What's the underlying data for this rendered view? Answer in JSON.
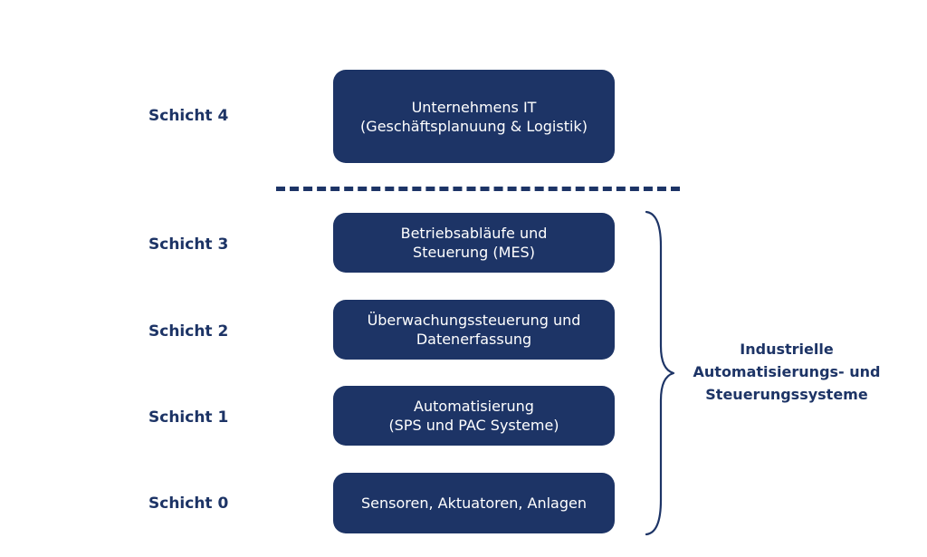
{
  "colors": {
    "primary": "#1d3466",
    "text_on_primary": "#ffffff",
    "background": "#ffffff"
  },
  "layers": [
    {
      "label": "Schicht 4",
      "box_lines": [
        "Unternehmens IT",
        "(Geschäftsplanuung & Logistik)"
      ]
    },
    {
      "label": "Schicht 3",
      "box_lines": [
        "Betriebsabläufe und",
        "Steuerung (MES)"
      ]
    },
    {
      "label": "Schicht 2",
      "box_lines": [
        "Überwachungssteuerung und",
        "Datenerfassung"
      ]
    },
    {
      "label": "Schicht 1",
      "box_lines": [
        "Automatisierung",
        "(SPS und PAC Systeme)"
      ]
    },
    {
      "label": "Schicht 0",
      "box_lines": [
        "Sensoren, Aktuatoren, Anlagen"
      ]
    }
  ],
  "group": {
    "lines": [
      "Industrielle",
      "Automatisierungs- und",
      "Steuerungssysteme"
    ]
  }
}
